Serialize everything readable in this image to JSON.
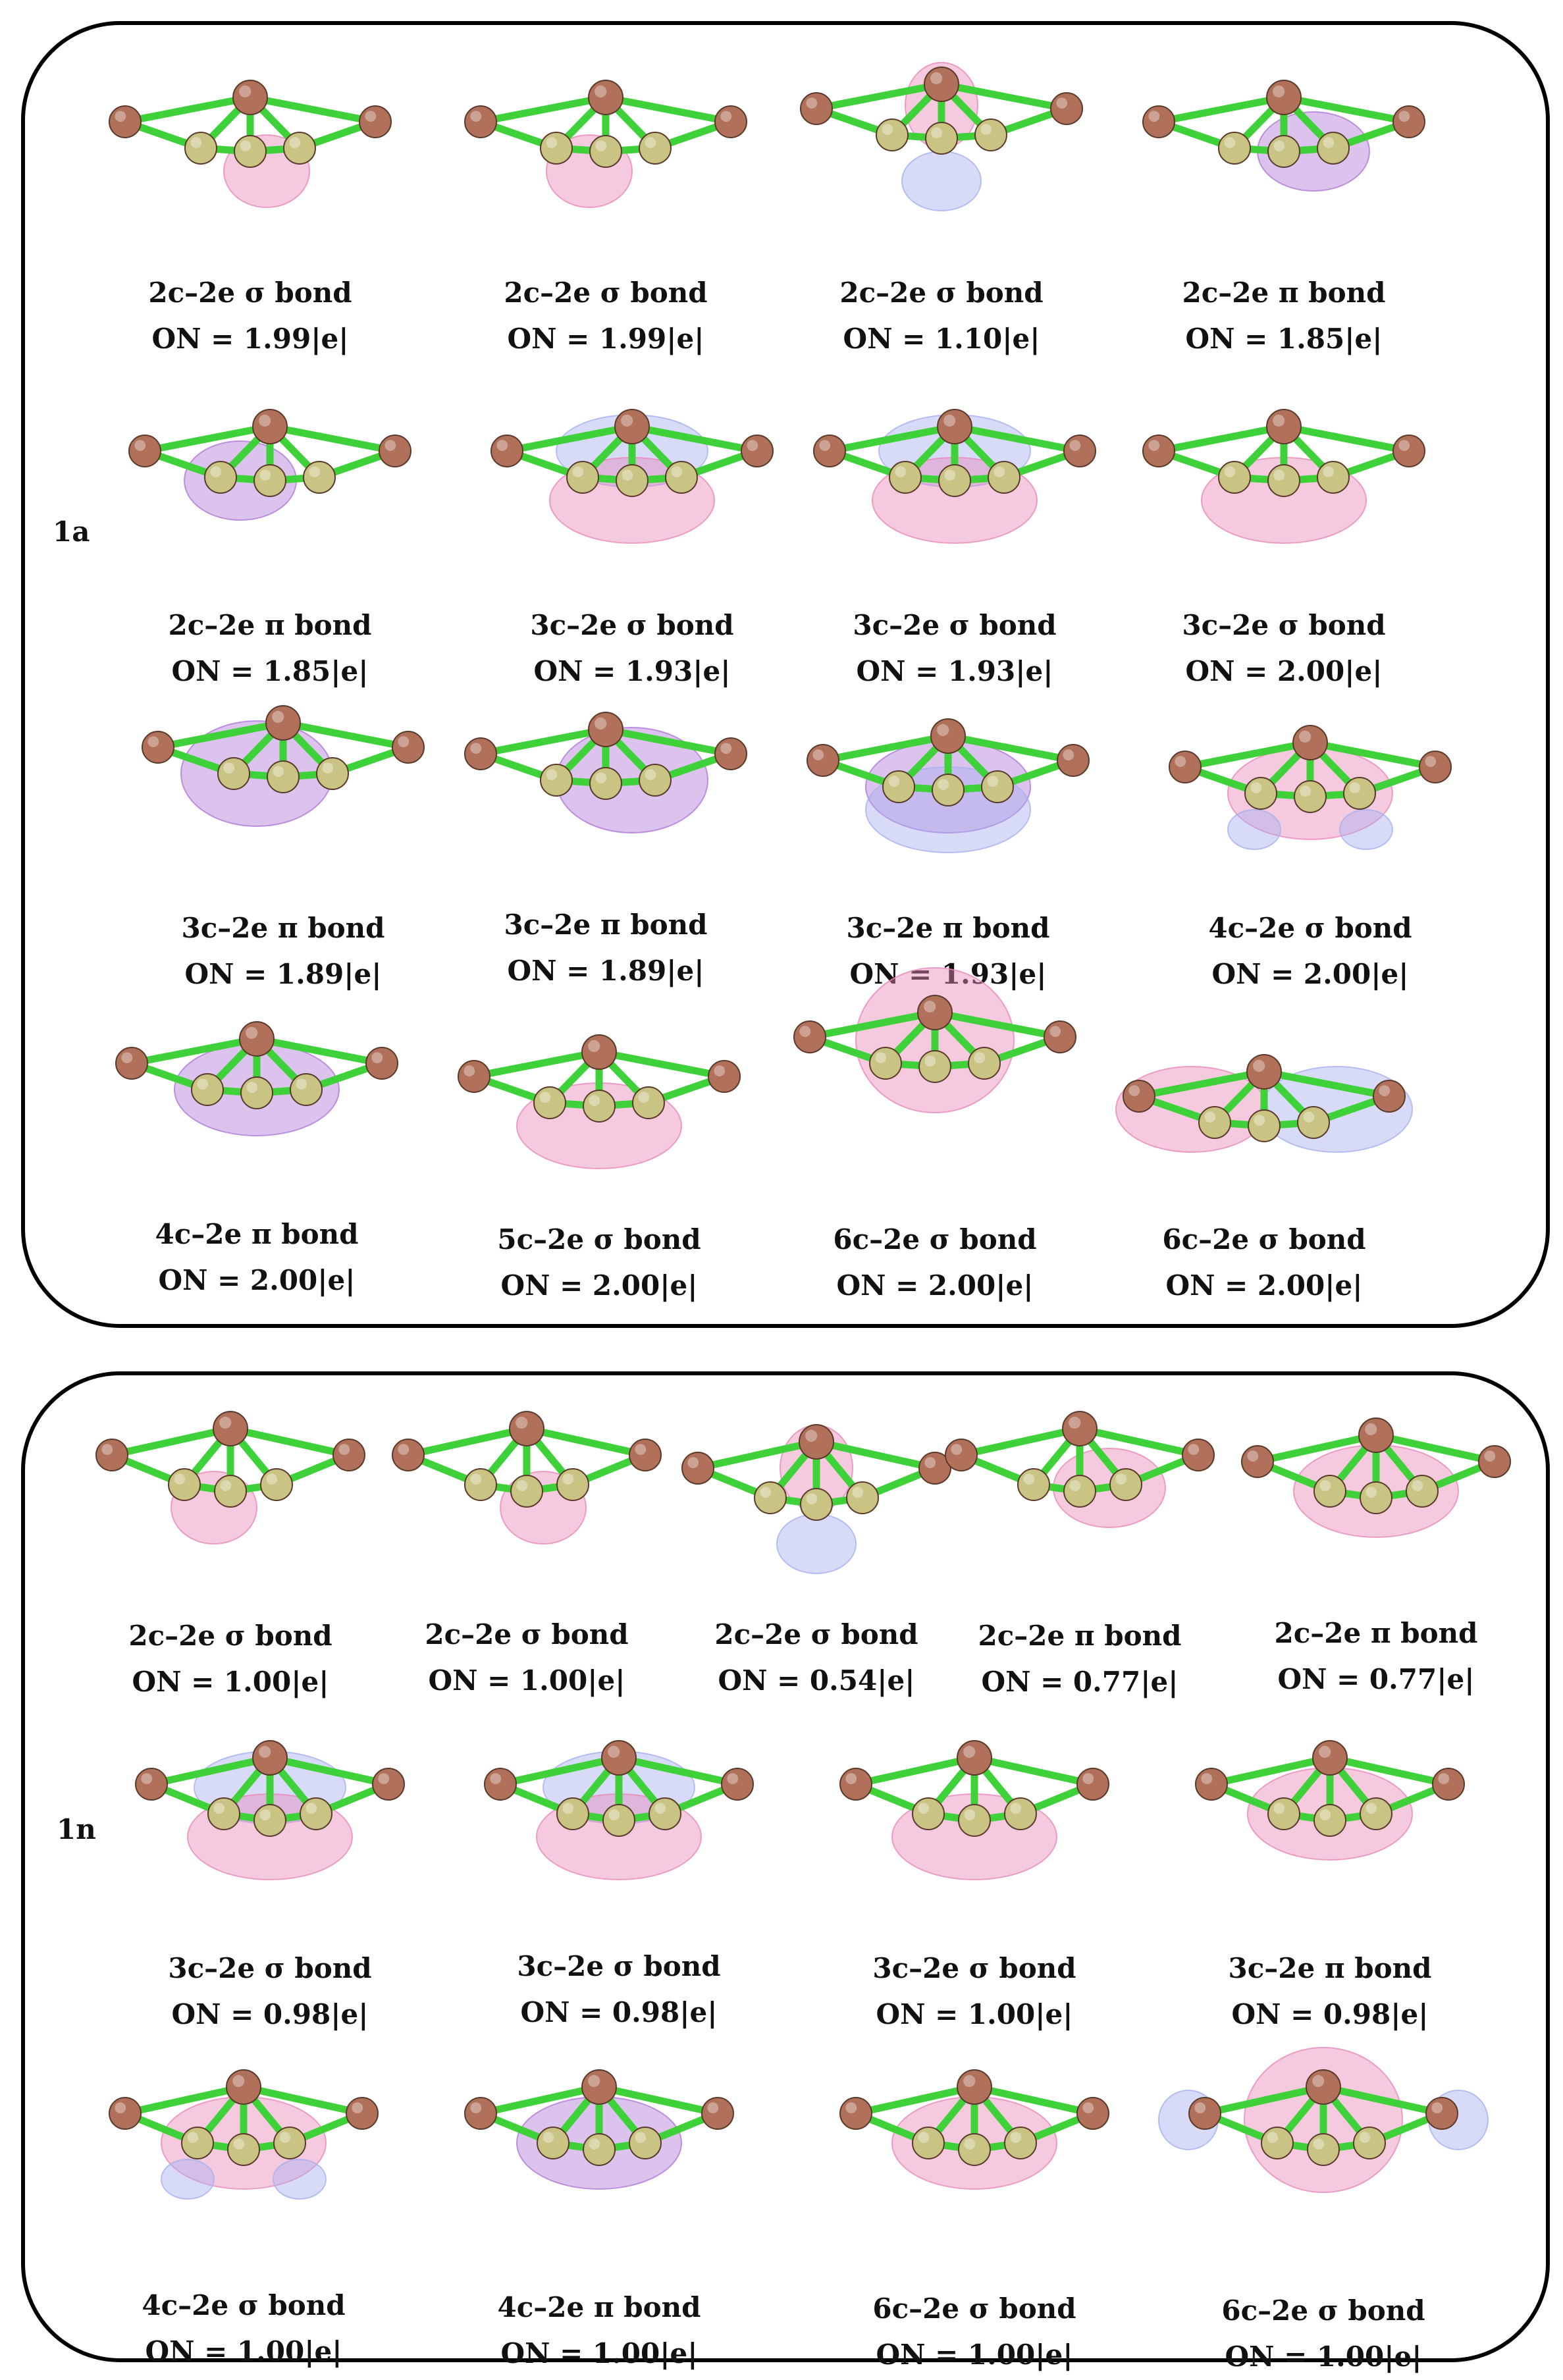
{
  "panels": [
    {
      "id": "1a",
      "label": "1a",
      "orbitals": [
        {
          "bond": "2c–2e σ bond",
          "on": "ON = 1.99|e|",
          "geom": "flat",
          "lobes": [
            {
              "shape": "below-center-right",
              "color": "pink"
            }
          ]
        },
        {
          "bond": "2c–2e σ bond",
          "on": "ON = 1.99|e|",
          "geom": "flat",
          "lobes": [
            {
              "shape": "below-center-left",
              "color": "pink"
            }
          ]
        },
        {
          "bond": "2c–2e σ bond",
          "on": "ON = 1.10|e|",
          "geom": "flat",
          "lobes": [
            {
              "shape": "apex-vertical",
              "color": "pink"
            },
            {
              "shape": "bottom-blob",
              "color": "blue"
            }
          ]
        },
        {
          "bond": "2c–2e π bond",
          "on": "ON = 1.85|e|",
          "geom": "flat",
          "lobes": [
            {
              "shape": "right-blob",
              "color": "purple"
            }
          ]
        },
        {
          "bond": "2c–2e π bond",
          "on": "ON = 1.85|e|",
          "geom": "flat",
          "lobes": [
            {
              "shape": "left-blob",
              "color": "purple"
            }
          ]
        },
        {
          "bond": "3c–2e σ bond",
          "on": "ON = 1.93|e|",
          "geom": "flat",
          "lobes": [
            {
              "shape": "top-wide",
              "color": "blue"
            },
            {
              "shape": "below-wide",
              "color": "pink"
            }
          ]
        },
        {
          "bond": "3c–2e σ bond",
          "on": "ON = 1.93|e|",
          "geom": "flat",
          "lobes": [
            {
              "shape": "top-wide",
              "color": "blue"
            },
            {
              "shape": "below-wide",
              "color": "pink"
            }
          ]
        },
        {
          "bond": "3c–2e σ bond",
          "on": "ON = 2.00|e|",
          "geom": "flat",
          "lobes": [
            {
              "shape": "below-wide",
              "color": "pink"
            }
          ]
        },
        {
          "bond": "3c–2e π bond",
          "on": "ON = 1.89|e|",
          "geom": "flat",
          "lobes": [
            {
              "shape": "left-large",
              "color": "purple"
            }
          ]
        },
        {
          "bond": "3c–2e π bond",
          "on": "ON = 1.89|e|",
          "geom": "flat",
          "lobes": [
            {
              "shape": "right-large",
              "color": "purple"
            }
          ]
        },
        {
          "bond": "3c–2e π bond",
          "on": "ON = 1.93|e|",
          "geom": "flat",
          "lobes": [
            {
              "shape": "center-wide",
              "color": "purple"
            },
            {
              "shape": "below-wide",
              "color": "blue"
            }
          ]
        },
        {
          "bond": "4c–2e σ bond",
          "on": "ON = 2.00|e|",
          "geom": "flat",
          "lobes": [
            {
              "shape": "center-wide",
              "color": "pink"
            },
            {
              "shape": "bottom-pair",
              "color": "blue"
            }
          ]
        },
        {
          "bond": "4c–2e π bond",
          "on": "ON = 2.00|e|",
          "geom": "flat",
          "lobes": [
            {
              "shape": "center-wide",
              "color": "purple"
            }
          ]
        },
        {
          "bond": "5c–2e σ bond",
          "on": "ON = 2.00|e|",
          "geom": "flat",
          "lobes": [
            {
              "shape": "below-wide",
              "color": "pink"
            }
          ]
        },
        {
          "bond": "6c–2e σ bond",
          "on": "ON = 2.00|e|",
          "geom": "flat",
          "lobes": [
            {
              "shape": "dome",
              "color": "pink"
            }
          ]
        },
        {
          "bond": "6c–2e σ bond",
          "on": "ON = 2.00|e|",
          "geom": "flat",
          "lobes": [
            {
              "shape": "left-wing",
              "color": "pink"
            },
            {
              "shape": "right-wing",
              "color": "blue"
            }
          ]
        }
      ]
    },
    {
      "id": "1n",
      "label": "1n",
      "orbitals": [
        {
          "bond": "2c–2e σ bond",
          "on": "ON = 1.00|e|",
          "geom": "tall",
          "lobes": [
            {
              "shape": "below-center-left",
              "color": "pink"
            }
          ]
        },
        {
          "bond": "2c–2e σ bond",
          "on": "ON = 1.00|e|",
          "geom": "tall",
          "lobes": [
            {
              "shape": "below-center-right",
              "color": "pink"
            }
          ]
        },
        {
          "bond": "2c–2e σ bond",
          "on": "ON = 0.54|e|",
          "geom": "tall",
          "lobes": [
            {
              "shape": "apex-vertical",
              "color": "pink"
            },
            {
              "shape": "bottom-blob",
              "color": "blue"
            }
          ]
        },
        {
          "bond": "2c–2e π bond",
          "on": "ON = 0.77|e|",
          "geom": "tall",
          "lobes": [
            {
              "shape": "right-blob",
              "color": "pink"
            }
          ]
        },
        {
          "bond": "2c–2e π bond",
          "on": "ON = 0.77|e|",
          "geom": "tall",
          "lobes": [
            {
              "shape": "center-wide",
              "color": "pink"
            }
          ]
        },
        {
          "bond": "3c–2e σ bond",
          "on": "ON = 0.98|e|",
          "geom": "tall",
          "lobes": [
            {
              "shape": "top-wide",
              "color": "blue"
            },
            {
              "shape": "below-wide",
              "color": "pink"
            }
          ]
        },
        {
          "bond": "3c–2e σ bond",
          "on": "ON = 0.98|e|",
          "geom": "tall",
          "lobes": [
            {
              "shape": "top-wide",
              "color": "blue"
            },
            {
              "shape": "below-wide",
              "color": "pink"
            }
          ]
        },
        {
          "bond": "3c–2e σ bond",
          "on": "ON = 1.00|e|",
          "geom": "tall",
          "lobes": [
            {
              "shape": "below-wide",
              "color": "pink"
            }
          ]
        },
        {
          "bond": "3c–2e π bond",
          "on": "ON = 0.98|e|",
          "geom": "tall",
          "lobes": [
            {
              "shape": "center-wide",
              "color": "pink"
            }
          ]
        },
        {
          "bond": "4c–2e σ bond",
          "on": "ON = 1.00|e|",
          "geom": "tall",
          "lobes": [
            {
              "shape": "center-wide",
              "color": "pink"
            },
            {
              "shape": "bottom-pair",
              "color": "blue"
            }
          ]
        },
        {
          "bond": "4c–2e π bond",
          "on": "ON = 1.00|e|",
          "geom": "tall",
          "lobes": [
            {
              "shape": "center-wide",
              "color": "purple"
            }
          ]
        },
        {
          "bond": "6c–2e σ bond",
          "on": "ON = 1.00|e|",
          "geom": "tall",
          "lobes": [
            {
              "shape": "center-wide",
              "color": "pink"
            }
          ]
        },
        {
          "bond": "6c–2e σ bond",
          "on": "ON = 1.00|e|",
          "geom": "tall",
          "lobes": [
            {
              "shape": "dome",
              "color": "pink"
            },
            {
              "shape": "end-pair",
              "color": "blue"
            }
          ]
        }
      ]
    }
  ],
  "colors": {
    "bond_green": "#3fd13a",
    "atom_copper": "#b0705a",
    "atom_copper_apex_dark": "#a04050",
    "atom_gold": "#c9c384",
    "lobe_pink": "#e88ab8",
    "lobe_blue": "#a8b0f0",
    "lobe_purple": "#b07ad8",
    "frame": "#000000"
  }
}
